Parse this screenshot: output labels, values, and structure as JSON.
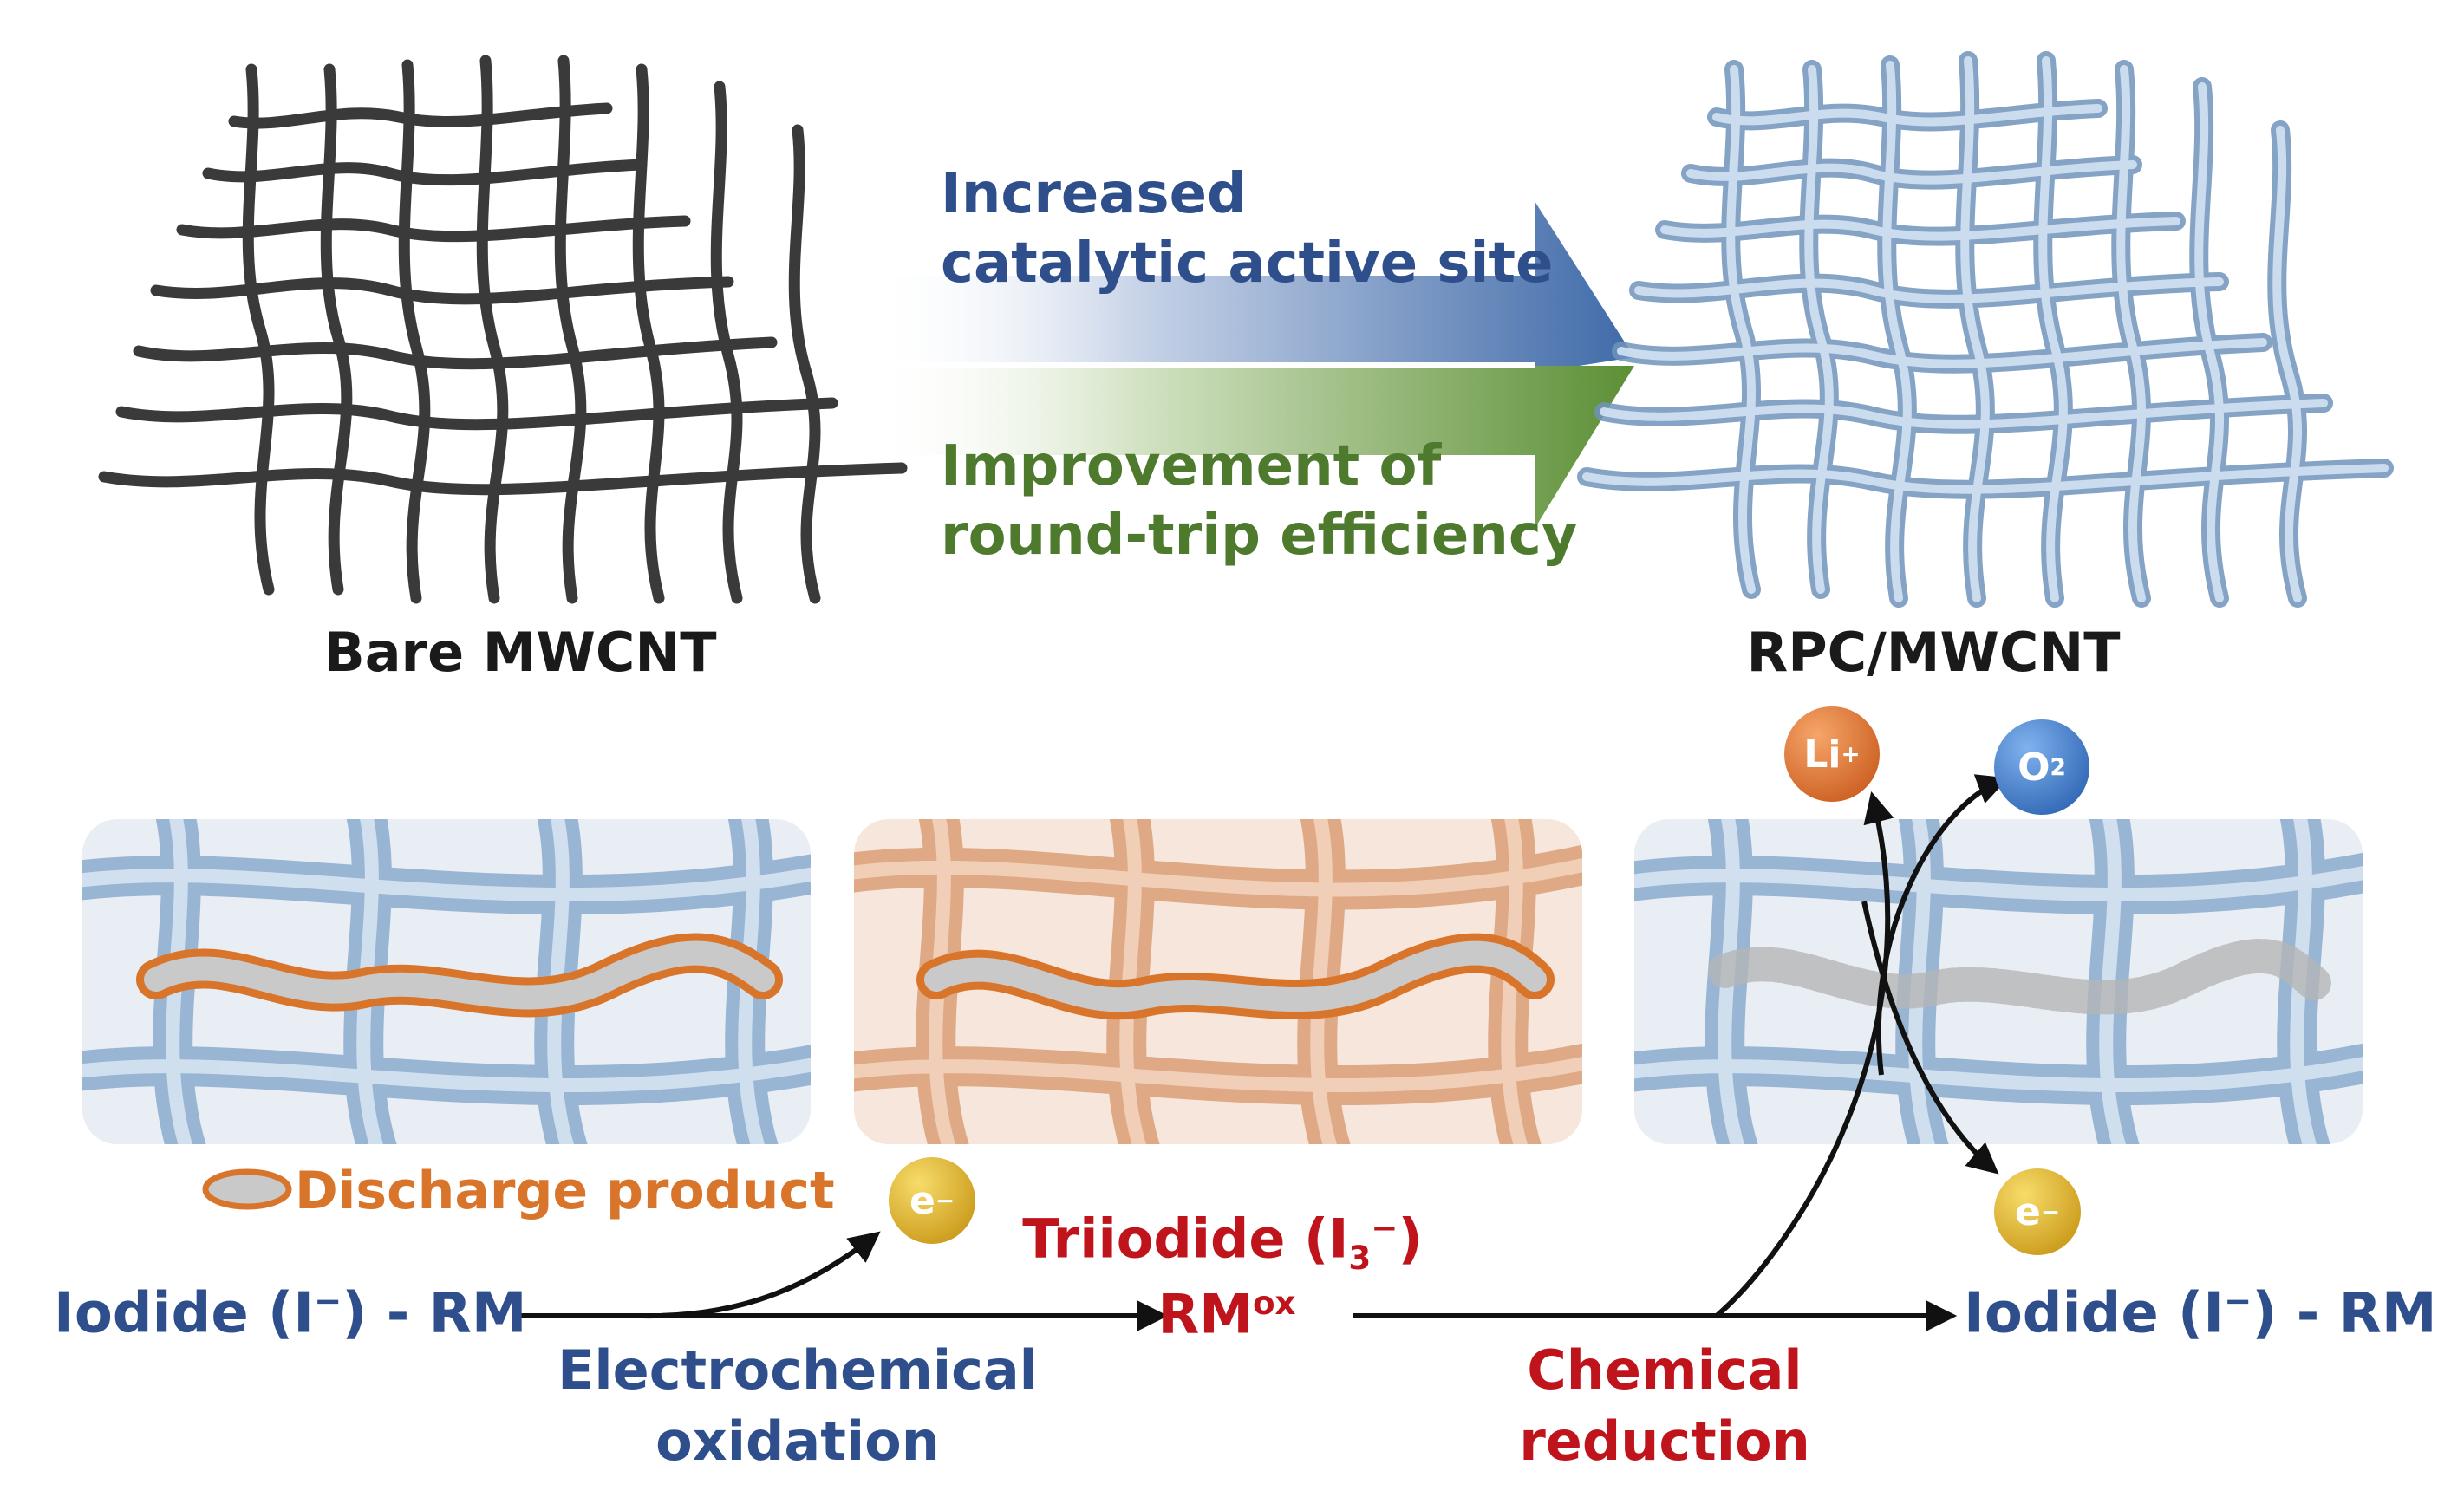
{
  "top": {
    "left_label": "Bare MWCNT",
    "right_label": "RPC/MWCNT",
    "arrow_top_line1": "Increased",
    "arrow_top_line2": "catalytic active site",
    "arrow_bottom_line1": "Improvement of",
    "arrow_bottom_line2": "round-trip efficiency"
  },
  "bottom": {
    "legend": "Discharge product",
    "li_ion": "Li",
    "li_ion_charge": "+",
    "oxygen": "O",
    "oxygen_sub": "2",
    "electron": "e",
    "electron_charge": "−",
    "start_label_pre": "Iodide (I",
    "start_label_charge": "−",
    "start_label_post": ") - RM",
    "end_label_pre": "Iodide (I",
    "end_label_charge": "−",
    "end_label_post": ") - RM",
    "triiodide_pre": "Triiodide (I",
    "triiodide_sub": "3",
    "triiodide_charge": "−",
    "triiodide_post": ")",
    "rm": "RM",
    "rm_sup": "ox",
    "step1_line1": "Electrochemical",
    "step1_line2": "oxidation",
    "step2_line1": "Chemical",
    "step2_line2": "reduction"
  },
  "colors": {
    "blue_text": "#2e4f8c",
    "green_text": "#4e7a2d",
    "red_text": "#c0141c",
    "orange_product": "#d9752b",
    "mesh_dark": "#3a3a3a",
    "mesh_blue": "#8fb3d6",
    "mesh_orange": "#e3a57a",
    "li_ball": "#d4651c",
    "o2_ball": "#2f6fc2",
    "e_ball": "#d9a91a"
  }
}
